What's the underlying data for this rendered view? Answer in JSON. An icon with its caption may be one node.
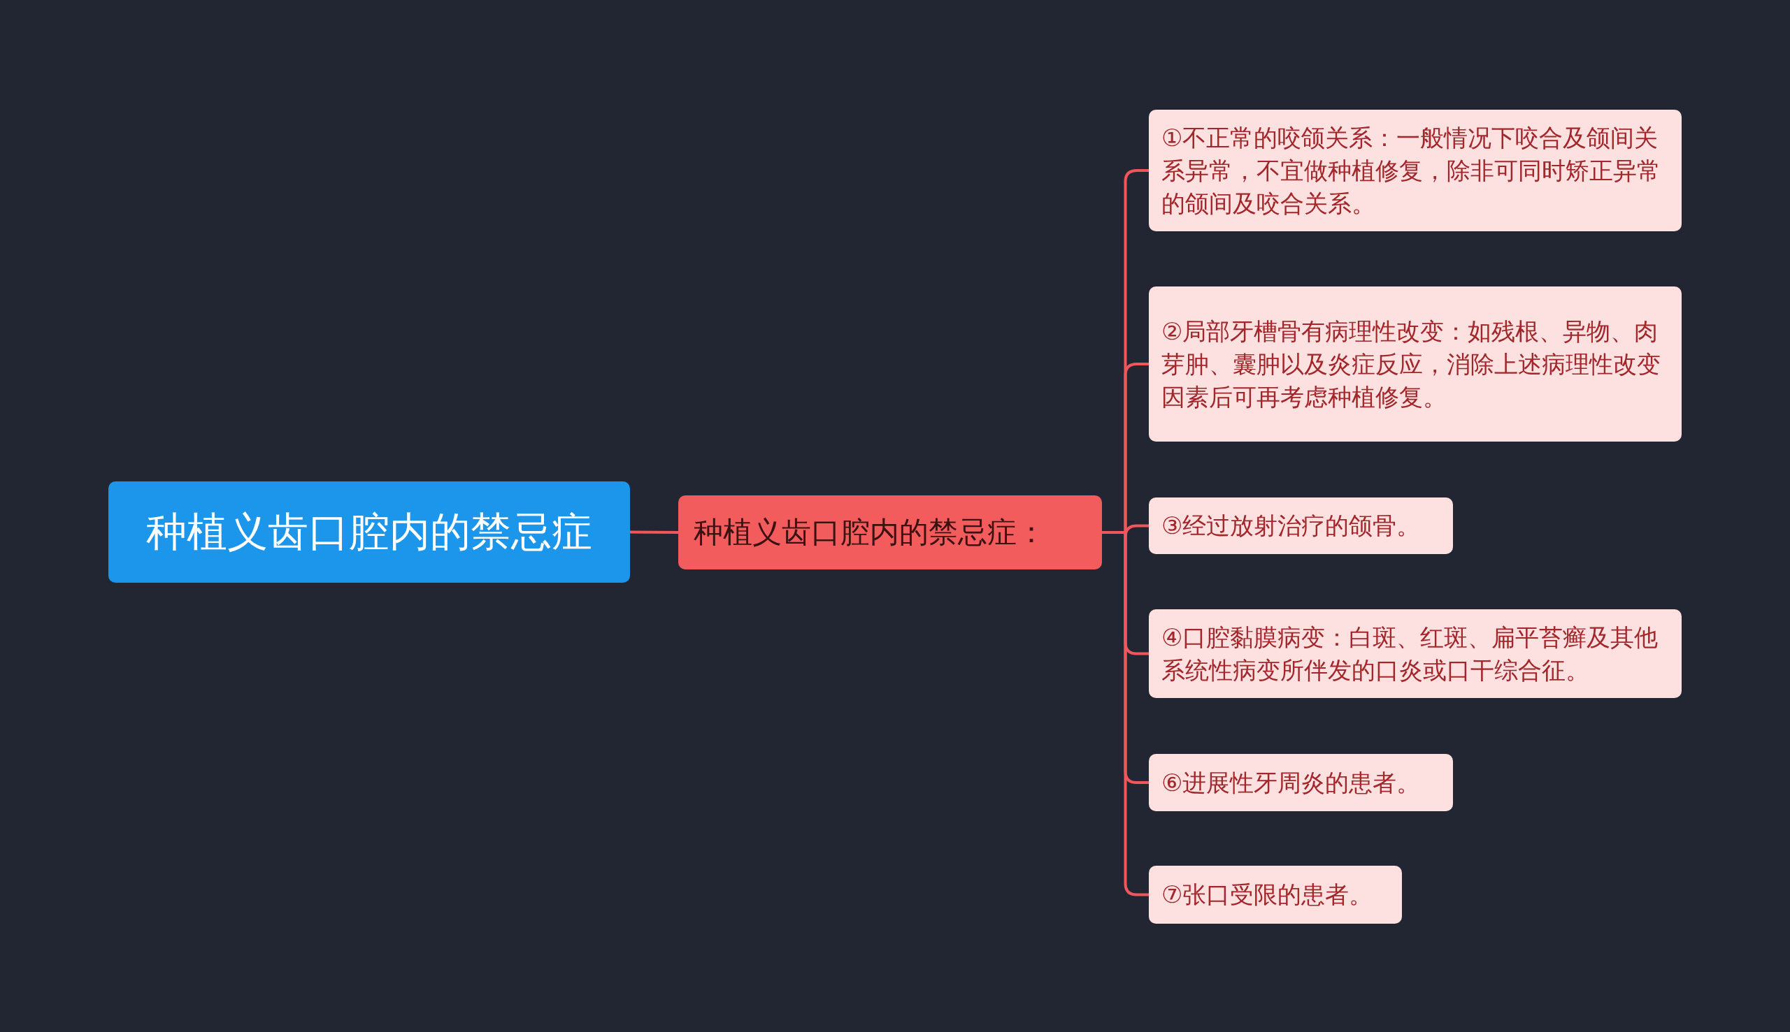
{
  "diagram": {
    "nodes": [
      {
        "text": [
          "种植义齿口腔内的禁忌症"
        ]
      },
      {
        "text": [
          "种植义齿口腔内的禁忌症："
        ]
      },
      {
        "text": [
          "①不正常的咬颌关系：一般情况下咬合及颌间关系异常，不宜做种植修复，除非可同时矫正异常的颌间及咬合关系。"
        ]
      },
      {
        "text": [
          "②局部牙槽骨有病理性改变：如残根、异物、肉芽肿、囊肿以及炎症反应，消除上述病理性改变因素后可再考虑种植修复。"
        ]
      },
      {
        "text": [
          "③经过放射治疗的颌骨。"
        ]
      },
      {
        "text": [
          "④口腔黏膜病变：白斑、红斑、扁平苔癣及其他系统性病变所伴发的口炎或口干综合征。"
        ]
      },
      {
        "text": [
          "⑥进展性牙周炎的患者。"
        ]
      },
      {
        "text": [
          "⑦张口受限的患者。"
        ]
      }
    ],
    "edges": [
      {
        "from": 0,
        "to": 1,
        "arrow": "none"
      },
      {
        "from": 1,
        "to": 2,
        "arrow": "none"
      },
      {
        "from": 1,
        "to": 3,
        "arrow": "none"
      },
      {
        "from": 1,
        "to": 4,
        "arrow": "none"
      },
      {
        "from": 1,
        "to": 5,
        "arrow": "none"
      },
      {
        "from": 1,
        "to": 6,
        "arrow": "none"
      },
      {
        "from": 1,
        "to": 7,
        "arrow": "none"
      }
    ]
  }
}
